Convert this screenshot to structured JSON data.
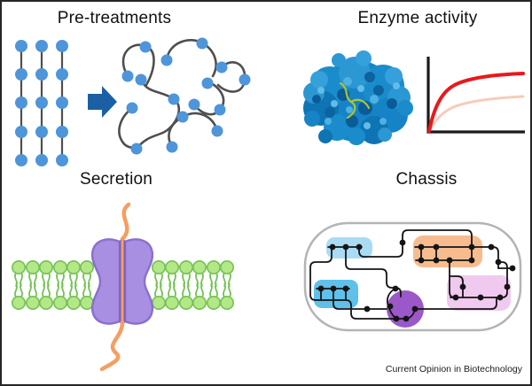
{
  "figure": {
    "credit": "Current Opinion in Biotechnology",
    "panels": {
      "pre_treatments": {
        "title": "Pre-treatments"
      },
      "enzyme_activity": {
        "title": "Enzyme activity"
      },
      "secretion": {
        "title": "Secretion"
      },
      "chassis": {
        "title": "Chassis"
      }
    },
    "colors": {
      "monomer_blue": "#4e95da",
      "polymer_line": "#4f4f4f",
      "arrow_blue": "#1b5fa5",
      "enzyme_blue": "#1583c6",
      "ligand_green": "#b6ca2e",
      "axis_black": "#1a1a1a",
      "curve_red": "#e8191c",
      "curve_faded": "#f6ccba",
      "lipid_head_fill": "#b4e788",
      "lipid_head_stroke": "#72c252",
      "lipid_tail": "#8fd266",
      "channel_fill": "#a98fe2",
      "channel_stroke": "#8a70ce",
      "channel_core": "#7b60bd",
      "peptide_orange": "#f59e62",
      "cell_outline": "#b4b4b4",
      "network_black": "#141414",
      "patch_lightblue": "#a9dcf4",
      "patch_blue": "#5fc0e9",
      "patch_orange": "#f6bc90",
      "patch_pink": "#efc9ee",
      "patch_purple": "#9a58c8"
    }
  }
}
